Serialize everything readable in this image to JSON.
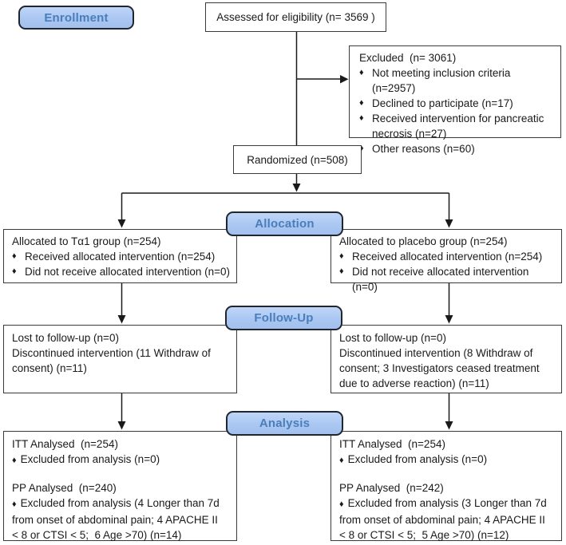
{
  "bullet": "♦",
  "colors": {
    "stage_fill": "#aac7f2",
    "stage_text": "#4a7ebb",
    "stage_border": "#20262e",
    "box_border": "#3a3a3a",
    "connector_line": "#1a1a1a"
  },
  "stages": {
    "enrollment": "Enrollment",
    "allocation": "Allocation",
    "follow_up": "Follow-Up",
    "analysis": "Analysis"
  },
  "eligibility": {
    "text": "Assessed for eligibility (n= 3569 )"
  },
  "excluded": {
    "title": "Excluded  (n= 3061)",
    "items": [
      "Not meeting inclusion criteria (n=2957)",
      "Declined to participate (n=17)",
      "Received intervention for pancreatic necrosis (n=27)",
      "Other reasons (n=60)"
    ]
  },
  "randomized": {
    "text": "Randomized (n=508)"
  },
  "allocation": {
    "left": {
      "title": "Allocated to Tα1 group (n=254)",
      "items": [
        "Received allocated intervention (n=254)",
        "Did not receive allocated intervention (n=0)"
      ]
    },
    "right": {
      "title": "Allocated to placebo group (n=254)",
      "items": [
        "Received allocated intervention (n=254)",
        "Did not receive allocated intervention (n=0)"
      ]
    }
  },
  "follow_up": {
    "left": {
      "lines": [
        "Lost to follow-up (n=0)",
        "Discontinued intervention (11 Withdraw of consent) (n=11)"
      ]
    },
    "right": {
      "lines": [
        "Lost to follow-up (n=0)",
        "Discontinued intervention (8 Withdraw of consent; 3 Investigators ceased treatment due to adverse reaction) (n=11)"
      ]
    }
  },
  "analysis": {
    "left": {
      "itt_title": "ITT Analysed  (n=254)",
      "itt_bullet": "Excluded from analysis (n=0)",
      "pp_title": "PP Analysed  (n=240)",
      "pp_bullet": "Excluded from analysis (4 Longer than 7d from onset of abdominal pain; 4 APACHE II < 8 or CTSI < 5;  6 Age >70) (n=14)"
    },
    "right": {
      "itt_title": "ITT Analysed  (n=254)",
      "itt_bullet": "Excluded from analysis (n=0)",
      "pp_title": "PP Analysed  (n=242)",
      "pp_bullet": "Excluded from analysis (3 Longer than 7d from onset of abdominal pain; 4 APACHE II < 8 or CTSI < 5;  5 Age >70) (n=12)"
    }
  }
}
